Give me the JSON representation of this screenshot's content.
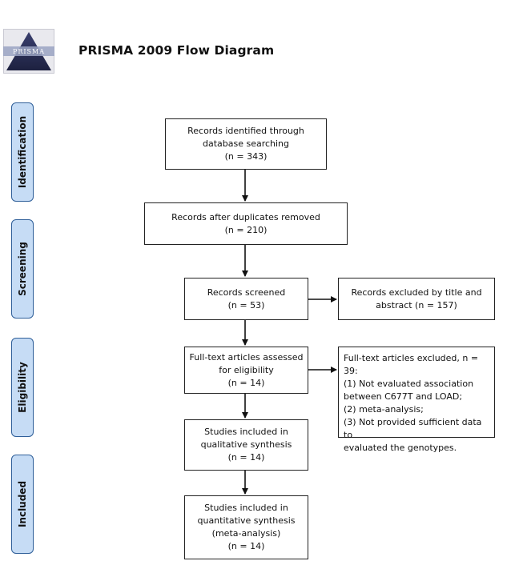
{
  "header": {
    "logo_text": "PRISMA",
    "title": "PRISMA 2009 Flow Diagram"
  },
  "phases": {
    "identification": "Identification",
    "screening": "Screening",
    "eligibility": "Eligibility",
    "included": "Included"
  },
  "boxes": {
    "identified": "Records identified through\ndatabase searching\n(n = 343)",
    "after_duplicates": "Records after duplicates removed\n(n = 210)",
    "screened": "Records screened\n(n = 53)",
    "excluded_title": "Records excluded by title and\nabstract (n = 157)",
    "fulltext_assessed": "Full-text articles assessed\nfor eligibility\n(n = 14)",
    "fulltext_excluded": "Full-text articles excluded, n = 39:\n(1) Not evaluated association\nbetween C677T and LOAD;\n(2) meta-analysis;\n(3) Not provided sufficient data to\nevaluated the genotypes.",
    "qualitative": "Studies included in\nqualitative synthesis\n(n = 14)",
    "quantitative": "Studies included in\nquantitative synthesis\n(meta-analysis)\n(n = 14)"
  }
}
